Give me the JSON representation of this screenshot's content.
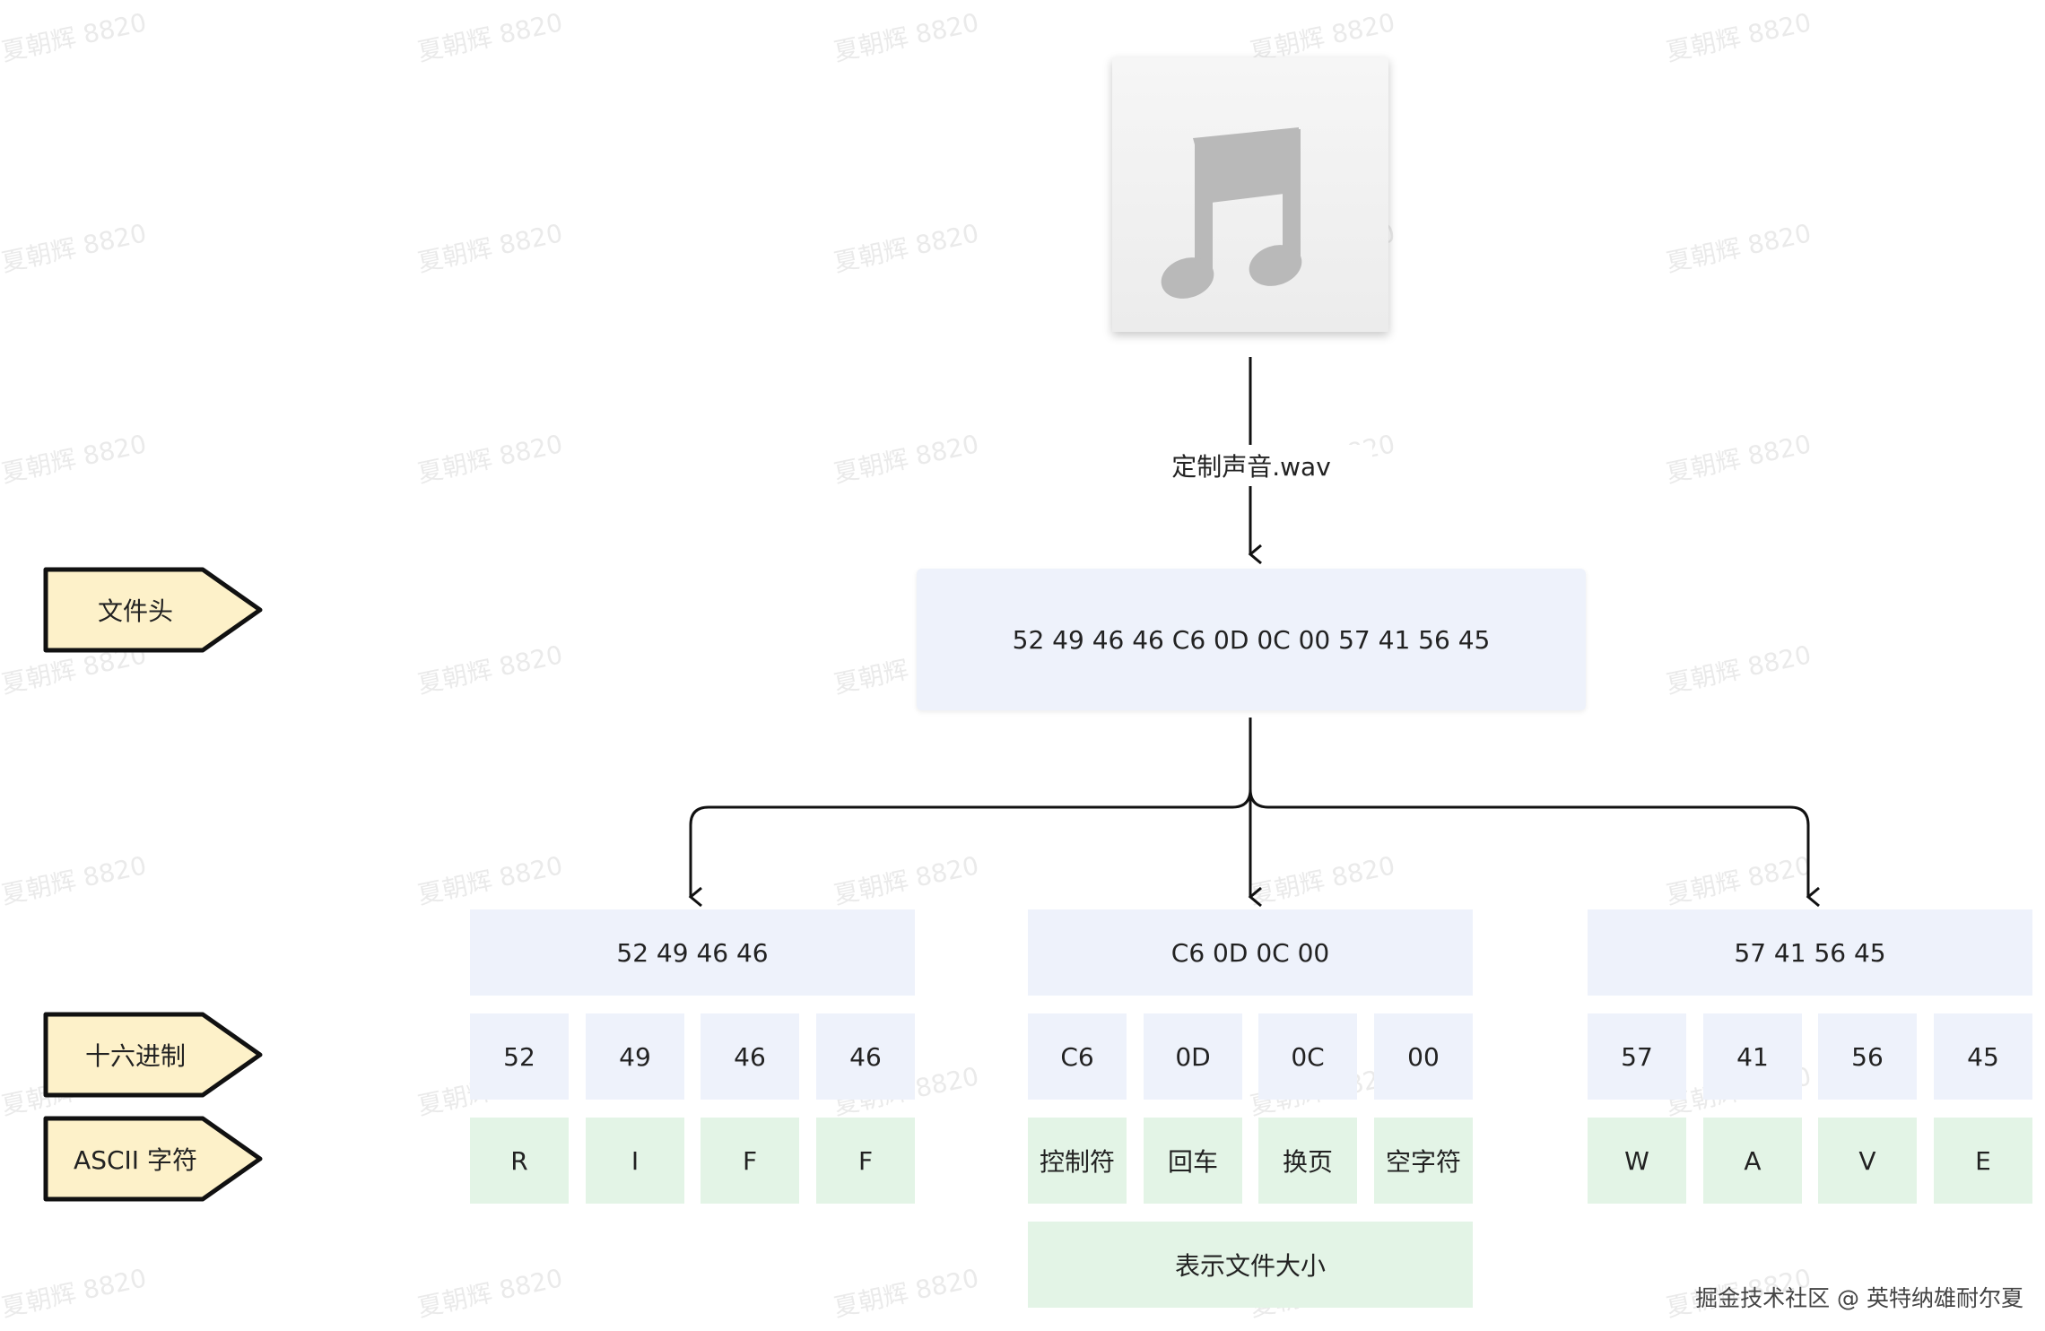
{
  "file": {
    "name": "定制声音.wav",
    "icon": "music-note-icon"
  },
  "header_hex": "52 49 46 46 C6 0D 0C 00 57 41 56 45",
  "groups": [
    {
      "hex": "52 49 46 46",
      "bytes": [
        "52",
        "49",
        "46",
        "46"
      ],
      "ascii": [
        "R",
        "I",
        "F",
        "F"
      ]
    },
    {
      "hex": "C6 0D 0C 00",
      "bytes": [
        "C6",
        "0D",
        "0C",
        "00"
      ],
      "ascii": [
        "控制符",
        "回车",
        "换页",
        "空字符"
      ],
      "note": "表示文件大小"
    },
    {
      "hex": "57 41 56 45",
      "bytes": [
        "57",
        "41",
        "56",
        "45"
      ],
      "ascii": [
        "W",
        "A",
        "V",
        "E"
      ]
    }
  ],
  "tags": {
    "file_header": "文件头",
    "hex": "十六进制",
    "ascii": "ASCII 字符"
  },
  "watermark_text": "夏朝辉 8820",
  "footer": "掘金技术社区 @ 英特纳雄耐尔夏",
  "colors": {
    "hex_box": "#eef2fb",
    "ascii_box": "#e3f4e6",
    "tag_fill": "#fdf1c9",
    "line": "#111111"
  }
}
